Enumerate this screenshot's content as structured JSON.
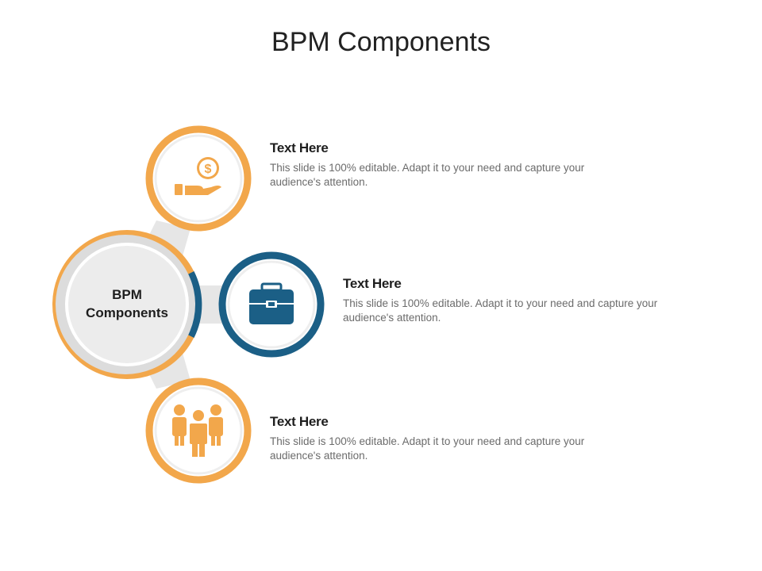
{
  "slide": {
    "title": "BPM Components"
  },
  "center": {
    "line1": "BPM",
    "line2": "Components"
  },
  "items": [
    {
      "heading": "Text Here",
      "text": "This slide is 100% editable. Adapt it to your need and capture your audience's attention.",
      "icon": "money-hand-icon",
      "color": "#F2A74B"
    },
    {
      "heading": "Text Here",
      "text": "This slide is 100% editable. Adapt it to your need and capture your audience's attention.",
      "icon": "briefcase-icon",
      "color": "#1B5F86"
    },
    {
      "heading": "Text Here",
      "text": "This slide is 100% editable. Adapt it to your need and capture your audience's attention.",
      "icon": "team-icon",
      "color": "#F2A74B"
    }
  ]
}
